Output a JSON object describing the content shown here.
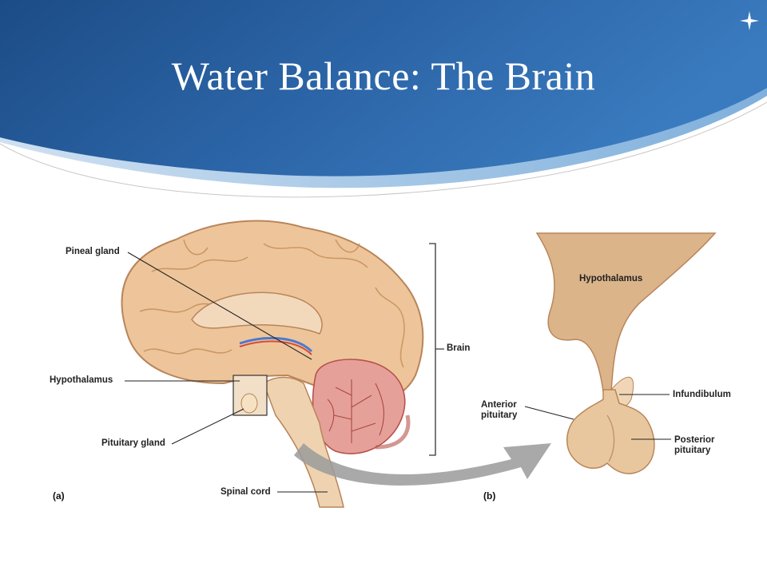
{
  "slide": {
    "title": "Water Balance: The Brain",
    "accent_color": "#2a62a3",
    "icon": "four-point-star-icon"
  },
  "figure_a": {
    "tag": "(a)",
    "labels": {
      "pineal_gland": "Pineal gland",
      "hypothalamus": "Hypothalamus",
      "pituitary_gland": "Pituitary gland",
      "spinal_cord": "Spinal cord",
      "brain": "Brain"
    }
  },
  "figure_b": {
    "tag": "(b)",
    "labels": {
      "hypothalamus": "Hypothalamus",
      "infundibulum": "Infundibulum",
      "anterior_pituitary_1": "Anterior",
      "anterior_pituitary_2": "pituitary",
      "posterior_pituitary_1": "Posterior",
      "posterior_pituitary_2": "pituitary"
    }
  }
}
